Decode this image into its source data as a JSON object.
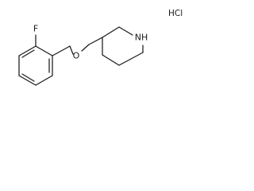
{
  "molecule": {
    "atoms": {
      "fluorine": "F",
      "oxygen": "O",
      "nitrogen": "NH"
    },
    "salt": "HCl",
    "colors": {
      "bond": "#1a1a1a",
      "text": "#1a1a1a",
      "background": "#ffffff"
    }
  }
}
